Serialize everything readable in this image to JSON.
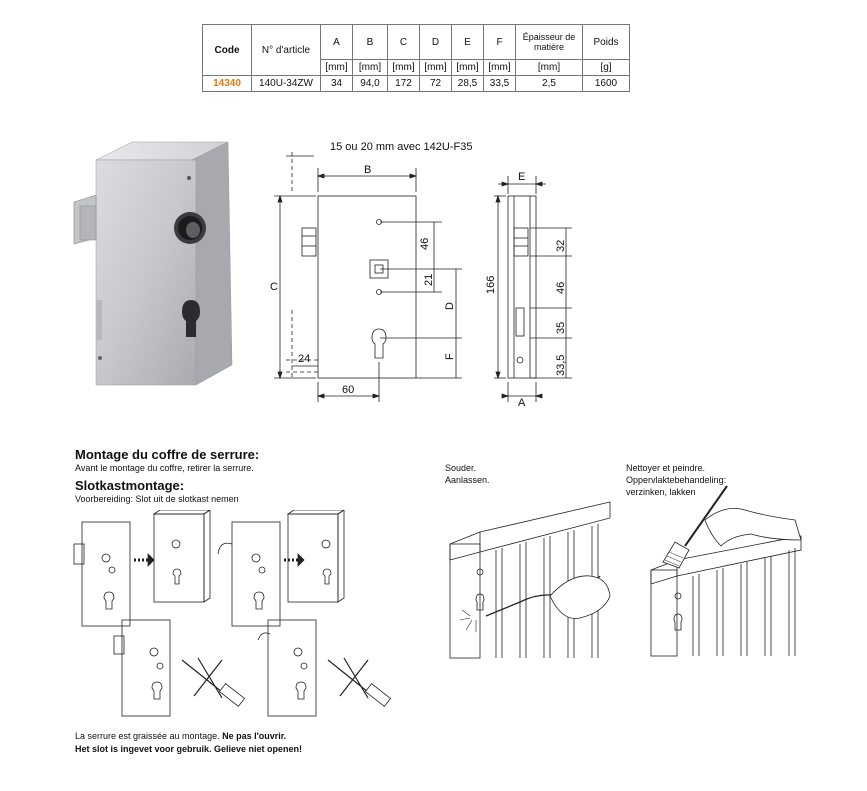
{
  "spec_table": {
    "headers": {
      "code": "Code",
      "article": "N° d'article",
      "a": "A",
      "b": "B",
      "c": "C",
      "d": "D",
      "e": "E",
      "f": "F",
      "thickness": "Épaisseur de matière",
      "weight": "Poids"
    },
    "units": {
      "a": "[mm]",
      "b": "[mm]",
      "c": "[mm]",
      "d": "[mm]",
      "e": "[mm]",
      "f": "[mm]",
      "thickness": "[mm]",
      "weight": "[g]"
    },
    "row": {
      "code": "14340",
      "article": "140U-34ZW",
      "a": "34",
      "b": "94,0",
      "c": "172",
      "d": "72",
      "e": "28,5",
      "f": "33,5",
      "thickness": "2,5",
      "weight": "1600"
    }
  },
  "drawing": {
    "top_note": "15 ou 20 mm avec 142U-F35",
    "labels": {
      "B": "B",
      "C": "C",
      "D": "D",
      "F": "F",
      "E": "E",
      "A": "A",
      "d46": "46",
      "d21": "21",
      "d24": "24",
      "d60": "60",
      "d166": "166",
      "d32": "32",
      "d46b": "46",
      "d35": "35",
      "d33_5": "33,5"
    }
  },
  "mounting": {
    "title_fr": "Montage du coffre de serrure:",
    "sub_fr": "Avant le montage du coffre, retirer la serrure.",
    "title_nl": "Slotkastmontage:",
    "sub_nl": "Voorbereiding: Slot uit de slotkast nemen",
    "caption_fr_1": "La serrure est graissée au montage.",
    "caption_fr_2": "Ne pas l'ouvrir.",
    "caption_nl": "Het slot is ingevet voor gebruik. Gelieve niet openen!"
  },
  "welding": {
    "line1": "Souder.",
    "line2": "Aanlassen."
  },
  "painting": {
    "line1": "Nettoyer et peindre.",
    "line2": "Oppervlaktebehandeling:",
    "line3": "verzinken, lakken"
  },
  "colors": {
    "code_accent": "#e07a10"
  }
}
